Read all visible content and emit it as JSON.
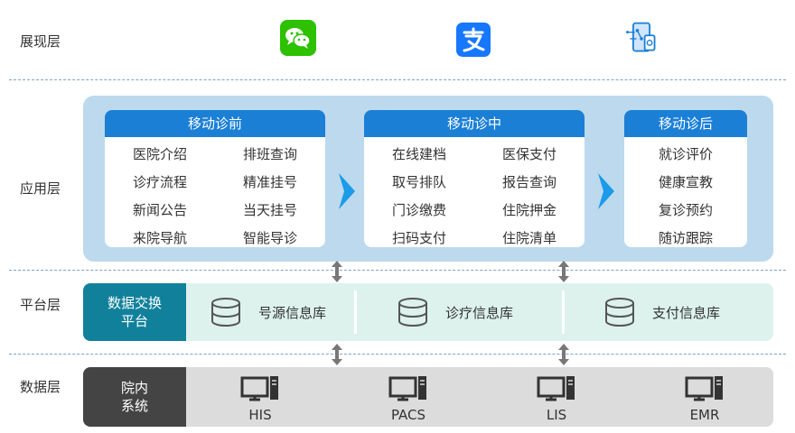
{
  "layers": {
    "presentation": "展现层",
    "application": "应用层",
    "platform": "平台层",
    "data": "数据层"
  },
  "presentation_icons": [
    "wechat-icon",
    "alipay-icon",
    "mobile-app-icon"
  ],
  "application": {
    "pre": {
      "title": "移动诊前",
      "items": [
        "医院介绍",
        "排班查询",
        "诊疗流程",
        "精准挂号",
        "新闻公告",
        "当天挂号",
        "来院导航",
        "智能导诊"
      ]
    },
    "mid": {
      "title": "移动诊中",
      "items": [
        "在线建档",
        "医保支付",
        "取号排队",
        "报告查询",
        "门诊缴费",
        "住院押金",
        "扫码支付",
        "住院清单"
      ]
    },
    "post": {
      "title": "移动诊后",
      "items": [
        "就诊评价",
        "健康宣教",
        "复诊预约",
        "随访跟踪"
      ]
    }
  },
  "platform": {
    "left_line1": "数据交换",
    "left_line2": "平台",
    "databases": [
      "号源信息库",
      "诊疗信息库",
      "支付信息库"
    ]
  },
  "data": {
    "left_line1": "院内",
    "left_line2": "系统",
    "systems": [
      "HIS",
      "PACS",
      "LIS",
      "EMR"
    ]
  },
  "colors": {
    "wechat_green": "#2dc100",
    "alipay_blue": "#1677ff",
    "card_header_blue": "#1b7fd6",
    "app_panel": "#bcd9ee",
    "platform_teal": "#11819b",
    "platform_bg": "#ddf2ec",
    "data_dark": "#444444",
    "data_bg": "#dcdcdc"
  }
}
